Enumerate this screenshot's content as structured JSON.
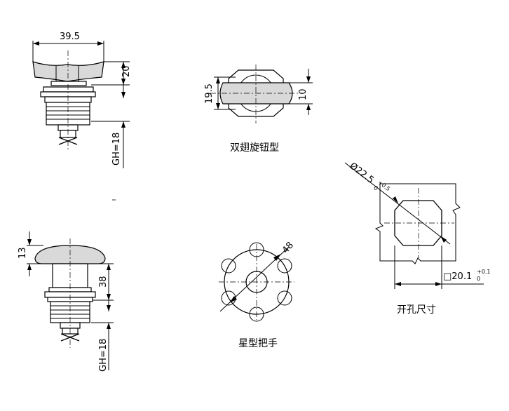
{
  "views": {
    "wing_side": {
      "dim_width": "39.5",
      "dim_head": "20",
      "dim_gh": "GH=18"
    },
    "wing_top": {
      "dim_left": "19.5",
      "dim_right": "10",
      "caption": "双翅旋钮型"
    },
    "star_side": {
      "dim_head": "13",
      "dim_body": "38",
      "dim_gh": "GH=18"
    },
    "star_top": {
      "dim_diameter": "48",
      "caption": "星型把手"
    },
    "cutout": {
      "dim_circle": "Ø22.5",
      "tol_circle_upper": "+0.5",
      "tol_circle_lower": "0",
      "dim_square": "□20.1",
      "tol_square_upper": "+0.1",
      "tol_square_lower": "0",
      "caption": "开孔尺寸"
    }
  }
}
